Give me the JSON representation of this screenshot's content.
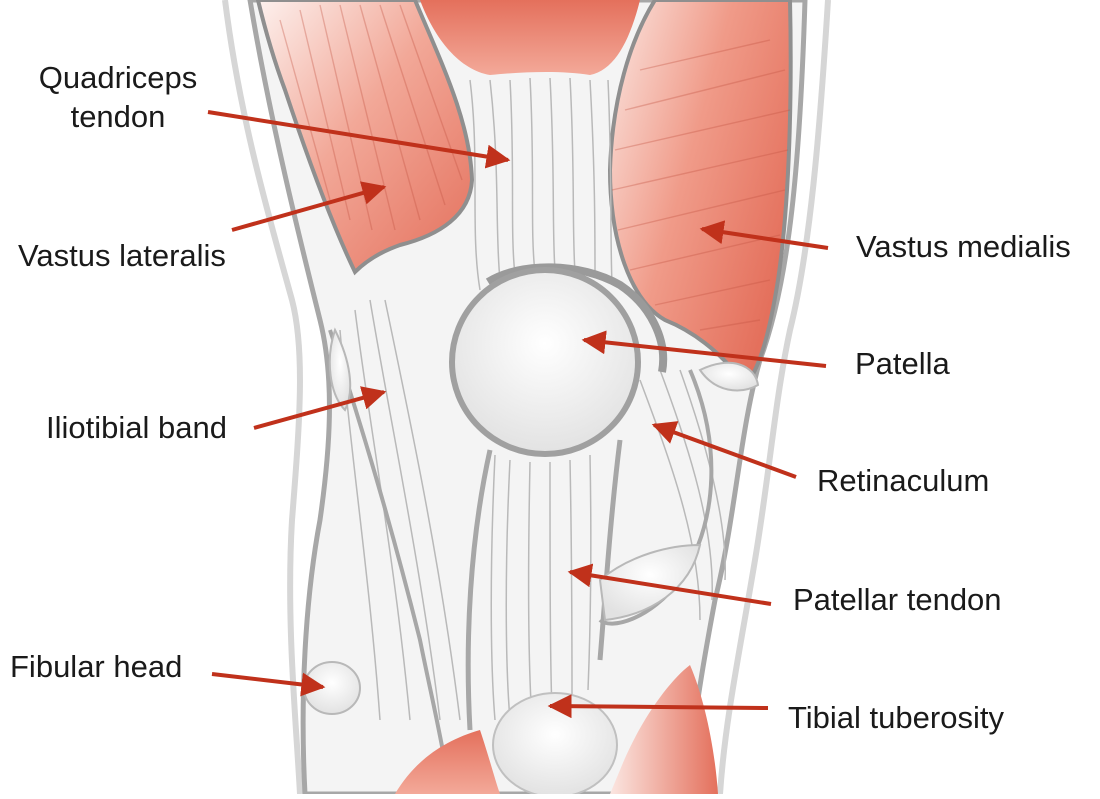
{
  "labels": {
    "quadriceps_tendon_line1": "Quadriceps",
    "quadriceps_tendon_line2": "tendon",
    "vastus_lateralis": "Vastus lateralis",
    "iliotibial_band": "Iliotibial band",
    "fibular_head": "Fibular head",
    "vastus_medialis": "Vastus medialis",
    "patella": "Patella",
    "retinaculum": "Retinaculum",
    "patellar_tendon": "Patellar tendon",
    "tibial_tuberosity": "Tibial tuberosity"
  },
  "colors": {
    "muscle": "#e4705c",
    "muscle_light": "#fbe3dd",
    "tissue": "#f2f2f2",
    "outline": "#9a9a9a",
    "arrow": "#c0311b",
    "text": "#1a1a1a"
  }
}
